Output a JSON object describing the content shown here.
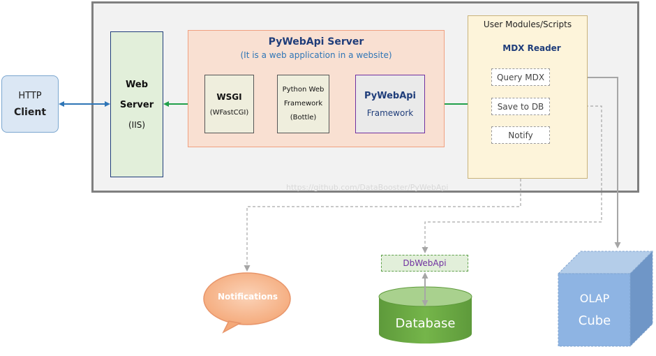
{
  "client": {
    "line1": "HTTP",
    "line2": "Client"
  },
  "web_server": {
    "line1": "Web",
    "line2": "Server",
    "line3": "(IIS)"
  },
  "pywebapi_server": {
    "title": "PyWebApi Server",
    "subtitle": "(It is a web application in a website)"
  },
  "wsgi": {
    "line1": "WSGI",
    "line2": "(WFastCGI)"
  },
  "python_framework": {
    "line1": "Python Web",
    "line2": "Framework",
    "line3": "(Bottle)"
  },
  "pywebapi_framework": {
    "line1": "PyWebApi",
    "line2": "Framework"
  },
  "user_modules": {
    "title": "User Modules/Scripts",
    "mdx_reader": "MDX Reader",
    "query_mdx": "Query MDX",
    "save_to_db": "Save to DB",
    "notify": "Notify"
  },
  "watermark": "https://github.com/DataBooster/PyWebApi",
  "notifications": "Notifications",
  "dbwebapi": "DbWebApi",
  "database": "Database",
  "olap": {
    "line1": "OLAP",
    "line2": "Cube"
  },
  "colors": {
    "blue_arrow": "#2e75b6",
    "green_arrow": "#21a04a",
    "gray_arrow": "#a6a6a6",
    "notifications_fill": "#f4b183",
    "database_fill": "#70ad47",
    "olap_fill": "#8eb4e3"
  }
}
